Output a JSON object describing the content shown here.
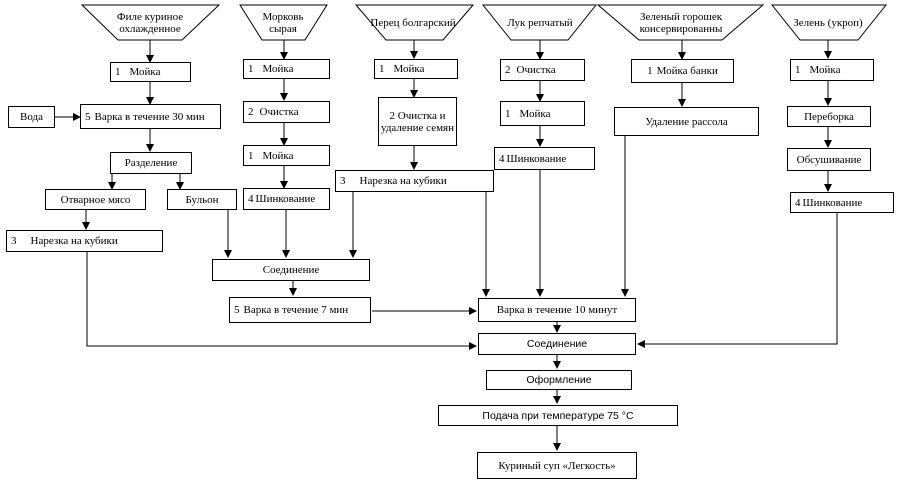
{
  "ingredients": {
    "chicken": "Филе куриное охлажденное",
    "carrot": "Морковь сырая",
    "pepper": "Перец болгарский",
    "onion": "Лук репчатый",
    "peas": "Зеленый горошек консервированны",
    "greens": "Зелень (укроп)"
  },
  "steps": {
    "chicken_wash": {
      "num": "1",
      "label": "Мойка"
    },
    "water": "Вода",
    "boil_30": {
      "num": "5",
      "label": "Варка в течение 30 мин"
    },
    "separation": "Разделение",
    "boiled_meat": "Отварное мясо",
    "broth": "Бульон",
    "chicken_cube": {
      "num": "3",
      "label": "Нарезка на кубики"
    },
    "carrot_wash1": {
      "num": "1",
      "label": "Мойка"
    },
    "carrot_clean": {
      "num": "2",
      "label": "Очистка"
    },
    "carrot_wash2": {
      "num": "1",
      "label": "Мойка"
    },
    "carrot_shred": {
      "num": "4",
      "label": "Шинкование"
    },
    "pepper_wash": {
      "num": "1",
      "label": "Мойка"
    },
    "pepper_clean": "2 Очистка и удаление семян",
    "pepper_cube": {
      "num": "3",
      "label": "Нарезка на кубики"
    },
    "onion_clean": {
      "num": "2",
      "label": "Очистка"
    },
    "onion_wash": {
      "num": "1",
      "label": "Мойка"
    },
    "onion_shred": {
      "num": "4",
      "label": "Шинкование"
    },
    "peas_wash": {
      "num": "1",
      "label": "Мойка банки"
    },
    "peas_drain": "Удаление рассола",
    "greens_wash": {
      "num": "1",
      "label": "Мойка"
    },
    "greens_sort": "Переборка",
    "greens_dry": "Обсушивание",
    "greens_shred": {
      "num": "4",
      "label": "Шинкование"
    },
    "combine1": "Соединение",
    "boil_7": {
      "num": "5",
      "label": "Варка в течение 7 мин"
    },
    "boil_10": "Варка в течение 10 минут",
    "combine2": "Соединение",
    "decoration": "Оформление",
    "serving": "Подача при температуре 75 °С",
    "result": "Куриный суп «Легкость»"
  }
}
